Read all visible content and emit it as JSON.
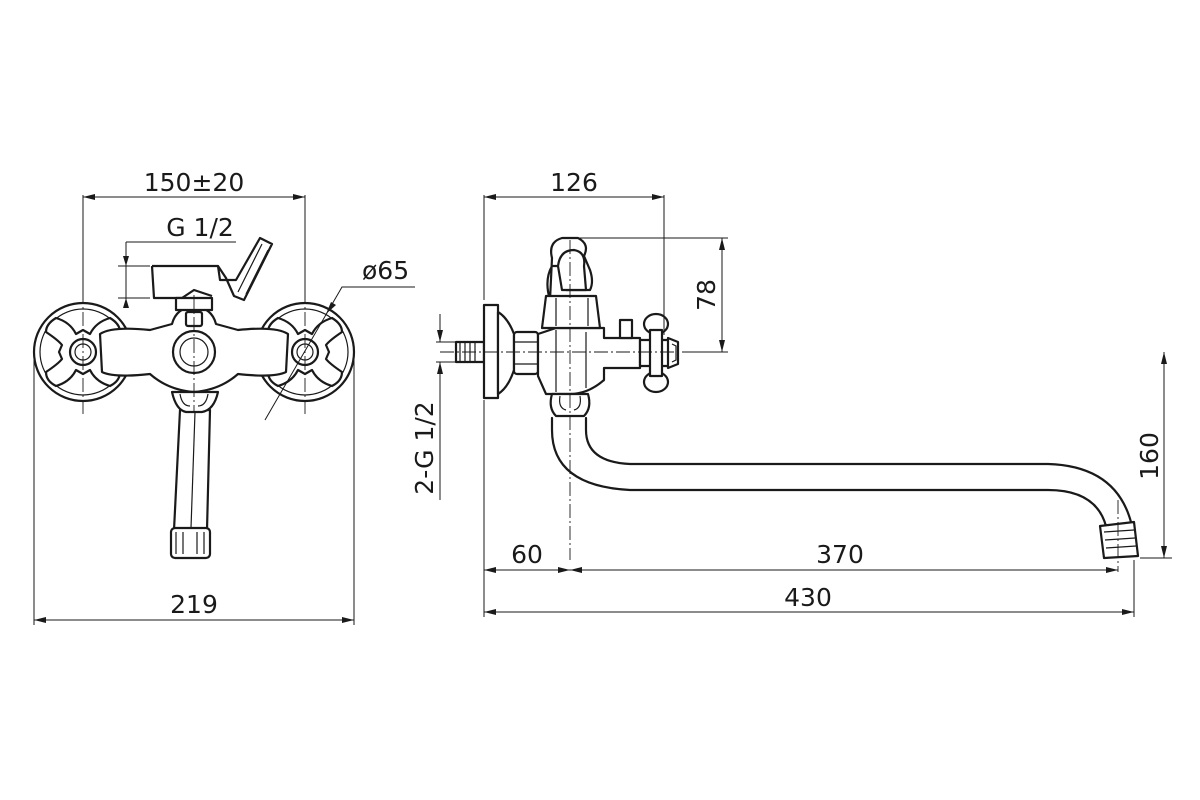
{
  "drawing": {
    "front_view": {
      "width_label": "219",
      "centers_label": "150±20",
      "thread_label": "G 1/2",
      "diameter_label": "ø65"
    },
    "side_view": {
      "depth_label": "126",
      "holder_height_label": "78",
      "inlet_label": "2-G 1/2",
      "spout_height_label": "160",
      "offset_label": "60",
      "spout_length_label": "370",
      "total_length_label": "430"
    }
  }
}
